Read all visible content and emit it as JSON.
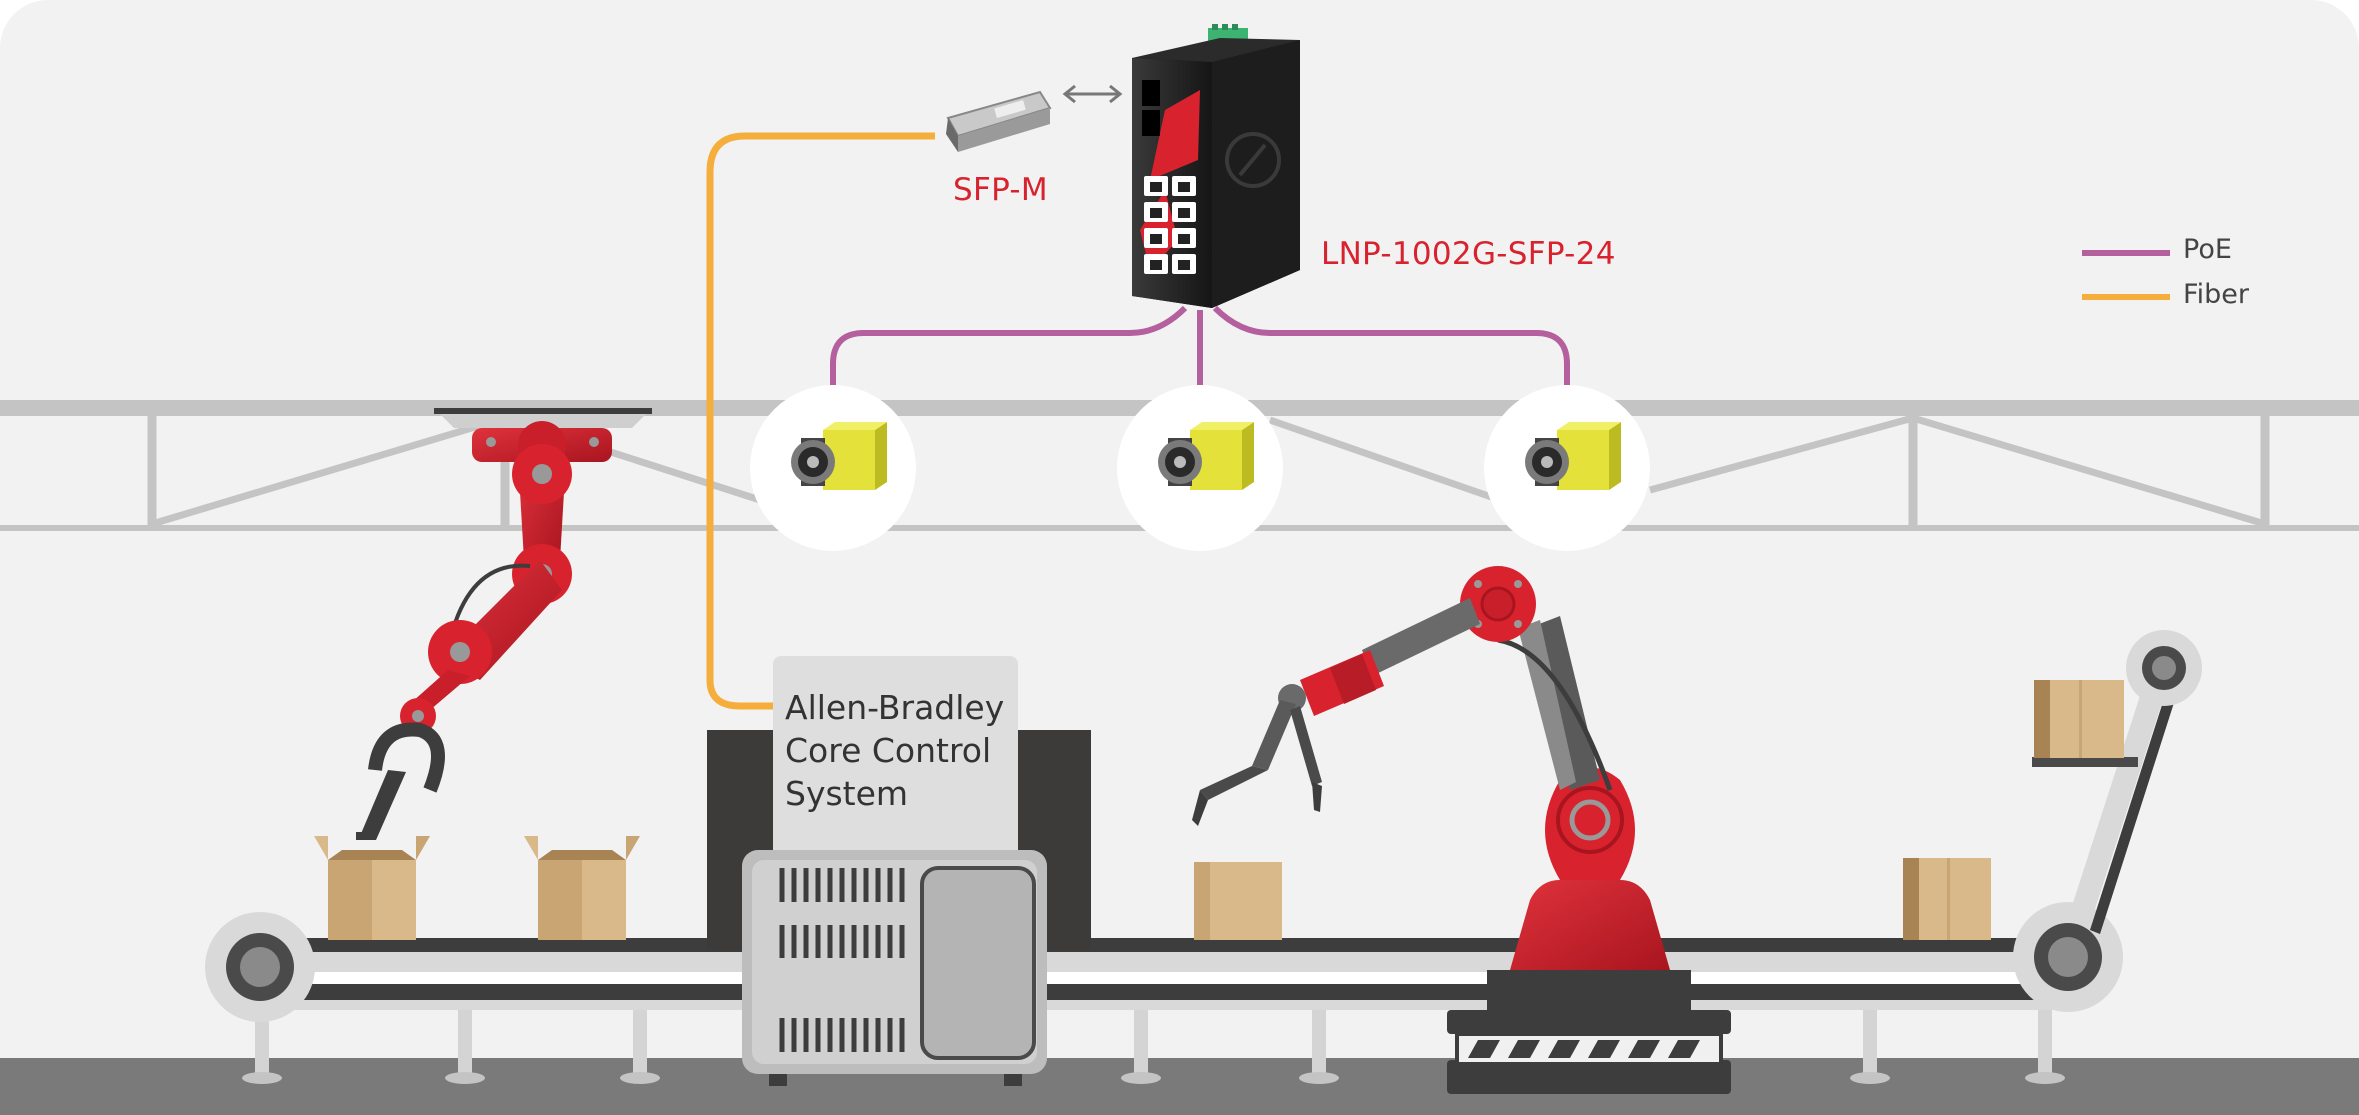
{
  "labels": {
    "sfp_module": "SFP-M",
    "switch_model": "LNP-1002G-SFP-24",
    "plc_system": "Allen-Bradley\nCore Control\nSystem"
  },
  "legend": [
    {
      "name": "PoE",
      "color": "#b45f9e"
    },
    {
      "name": "Fiber",
      "color": "#f5ae3c"
    }
  ],
  "colors": {
    "background": "#f2f2f2",
    "robot_red": "#d8232f",
    "conveyor_gray": "#d9d9d9",
    "box_tan": "#d9b98a",
    "camera_yellow": "#e3e13a"
  }
}
